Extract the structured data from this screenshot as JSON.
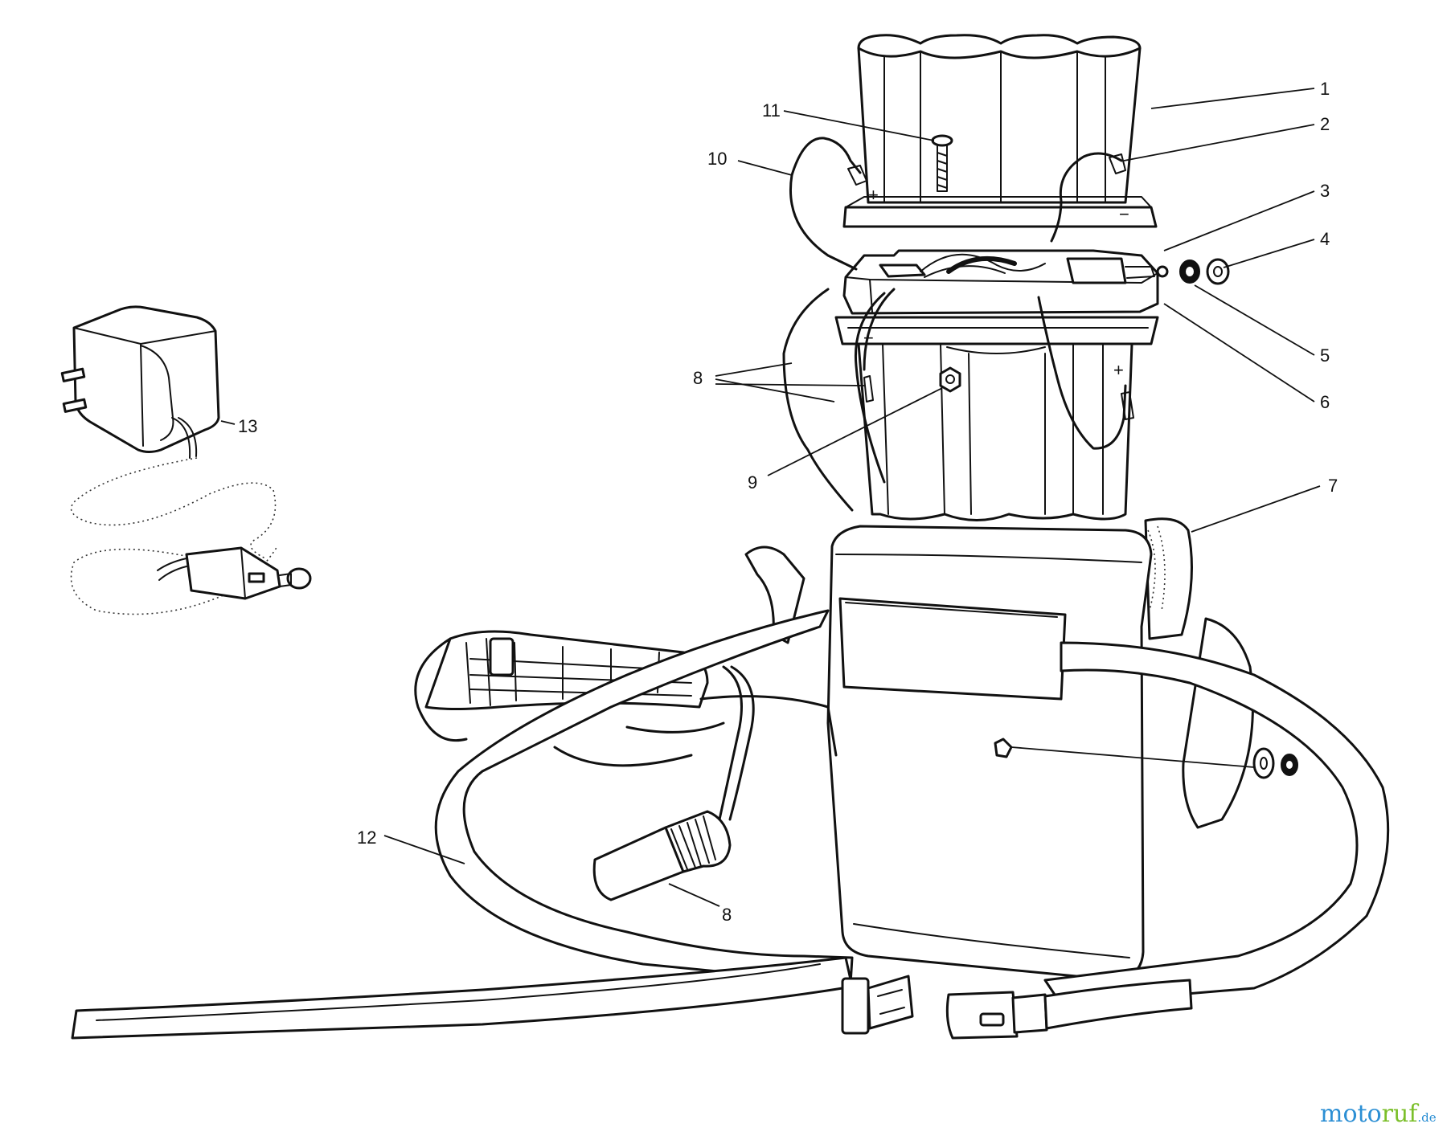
{
  "callouts": [
    "1",
    "2",
    "3",
    "4",
    "5",
    "6",
    "7",
    "8",
    "9",
    "10",
    "11",
    "12",
    "13",
    "8"
  ],
  "pack_markings": {
    "plus_left": "+",
    "minus_right": "−",
    "minus_left": "−",
    "plus_right": "+"
  },
  "watermark": {
    "part1": "moto",
    "part2": "ruf",
    "suffix": ".de"
  }
}
